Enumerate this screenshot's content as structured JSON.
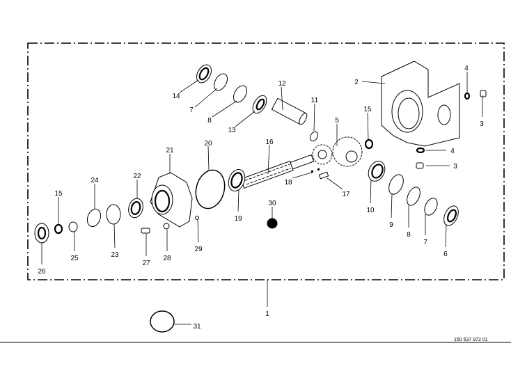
{
  "diagram": {
    "title": "Exploded parts view",
    "drawing_number": "150 537 972 01",
    "labels": [
      "14",
      "7",
      "8",
      "13",
      "12",
      "11",
      "16",
      "5",
      "15",
      "2",
      "4",
      "3",
      "4",
      "3",
      "18",
      "17",
      "10",
      "9",
      "8",
      "7",
      "6",
      "30",
      "19",
      "20",
      "21",
      "22",
      "24",
      "15",
      "23",
      "25",
      "26",
      "27",
      "28",
      "29",
      "1",
      "31"
    ]
  }
}
